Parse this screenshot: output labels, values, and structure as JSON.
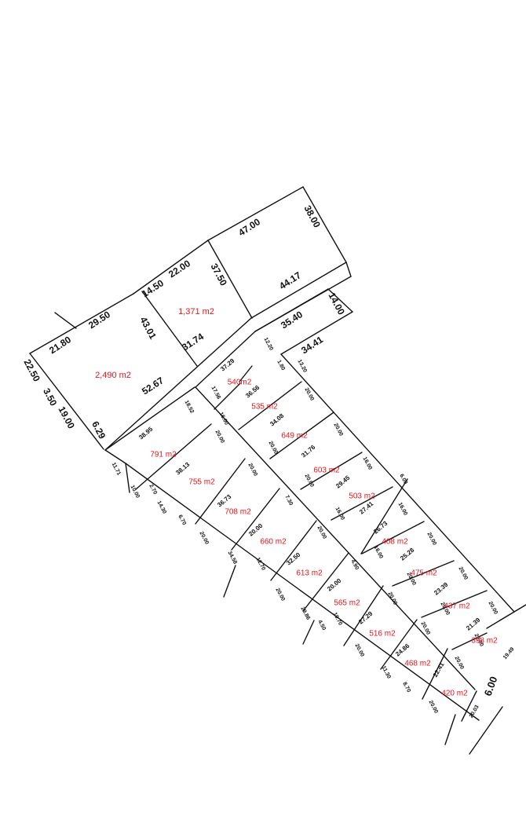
{
  "colors": {
    "lines": "#111111",
    "dimensions": "#111111",
    "areas": "#e8141b",
    "background": "#ffffff"
  },
  "parcels": [
    {
      "id": "p2490",
      "area": "2,490 m2"
    },
    {
      "id": "p1371",
      "area": "1,371 m2"
    },
    {
      "id": "p540",
      "area": "540m2"
    },
    {
      "id": "p535",
      "area": "535 m2"
    },
    {
      "id": "p649",
      "area": "649 m2"
    },
    {
      "id": "p603",
      "area": "603 m2"
    },
    {
      "id": "p503",
      "area": "503 m2"
    },
    {
      "id": "p408",
      "area": "408 m2"
    },
    {
      "id": "p475",
      "area": "475 m2"
    },
    {
      "id": "p437",
      "area": "437 m2"
    },
    {
      "id": "p398",
      "area": "398 m2"
    },
    {
      "id": "p791",
      "area": "791 m2"
    },
    {
      "id": "p755",
      "area": "755 m2"
    },
    {
      "id": "p708",
      "area": "708 m2"
    },
    {
      "id": "p660",
      "area": "660 m2"
    },
    {
      "id": "p613",
      "area": "613 m2"
    },
    {
      "id": "p565",
      "area": "565 m2"
    },
    {
      "id": "p516",
      "area": "516 m2"
    },
    {
      "id": "p468",
      "area": "468 m2"
    },
    {
      "id": "p420",
      "area": "420 m2"
    }
  ],
  "dimensions": [
    "22.50",
    "3.50",
    "19.00",
    "21.80",
    "29.50",
    "14.50",
    "22.00",
    "43.01",
    "52.67",
    "6.29",
    "37.50",
    "31.74",
    "47.00",
    "38.00",
    "44.17",
    "35.40",
    "14.00",
    "34.41",
    "12.20",
    "13.20",
    "37.29",
    "17.56",
    "36.56",
    "16.00",
    "1.80",
    "34.08",
    "20.00",
    "20.00",
    "31.76",
    "20.00",
    "20.00",
    "29.45",
    "16.00",
    "16.00",
    "27.41",
    "6.00",
    "16.00",
    "26.73",
    "16.00",
    "20.00",
    "25.28",
    "20.00",
    "20.00",
    "23.39",
    "20.00",
    "20.00",
    "21.39",
    "20.00",
    "19.49",
    "6.00",
    "20.03",
    "18.52",
    "38.95",
    "11.71",
    "10.00",
    "2.70",
    "20.00",
    "38.13",
    "14.30",
    "6.70",
    "20.00",
    "36.73",
    "20.00",
    "7.30",
    "20.00",
    "34.58",
    "12.70",
    "20.00",
    "32.50",
    "20.00",
    "4.90",
    "20.00",
    "29.86",
    "4.50",
    "10.70",
    "20.00",
    "27.29",
    "20.00",
    "11.30",
    "20.00",
    "24.86",
    "8.70",
    "20.00",
    "22.41",
    "20.00"
  ]
}
